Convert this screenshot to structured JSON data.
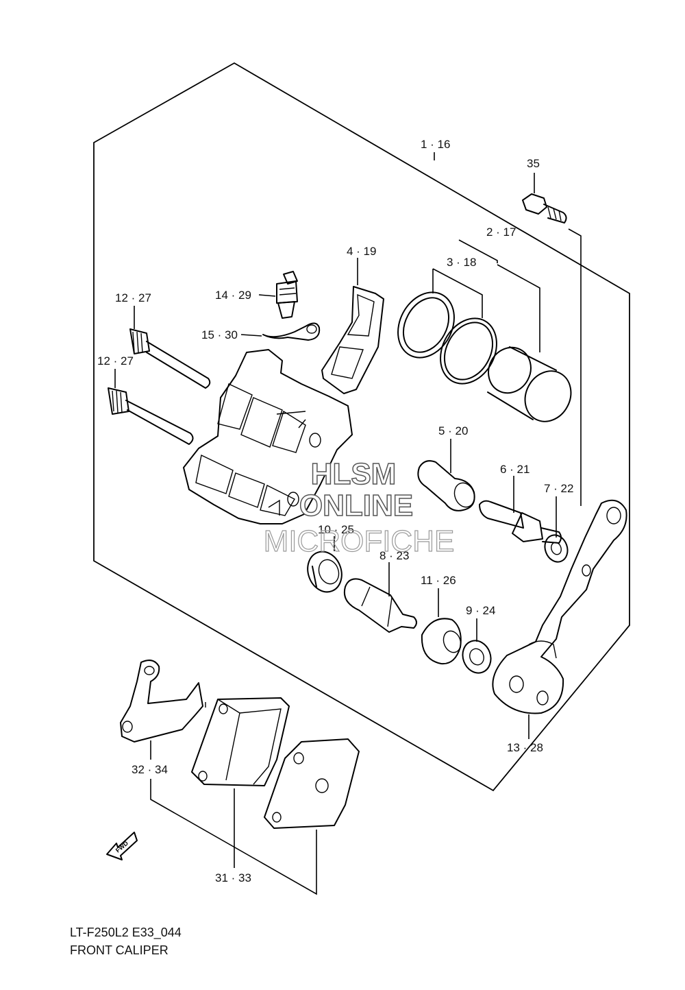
{
  "diagram": {
    "model_code": "LT-F250L2 E33_044",
    "title": "FRONT CALIPER",
    "watermark": {
      "line1": "HLSM",
      "line2": "ONLINE",
      "line3": "MICROFICHE"
    },
    "fwd_label": "FWD",
    "callouts": [
      {
        "id": "c1",
        "text": "1 · 16"
      },
      {
        "id": "c35",
        "text": "35"
      },
      {
        "id": "c2",
        "text": "2 · 17"
      },
      {
        "id": "c4",
        "text": "4 · 19"
      },
      {
        "id": "c3",
        "text": "3 · 18"
      },
      {
        "id": "c14",
        "text": "14 · 29"
      },
      {
        "id": "c12a",
        "text": "12 · 27"
      },
      {
        "id": "c15",
        "text": "15 · 30"
      },
      {
        "id": "c12b",
        "text": "12 · 27"
      },
      {
        "id": "c5",
        "text": "5 · 20"
      },
      {
        "id": "c6",
        "text": "6 · 21"
      },
      {
        "id": "c7",
        "text": "7 · 22"
      },
      {
        "id": "c10",
        "text": "10 · 25"
      },
      {
        "id": "c8",
        "text": "8 · 23"
      },
      {
        "id": "c11",
        "text": "11 · 26"
      },
      {
        "id": "c9",
        "text": "9 · 24"
      },
      {
        "id": "c13",
        "text": "13 · 28"
      },
      {
        "id": "c32",
        "text": "32 · 34"
      },
      {
        "id": "c31",
        "text": "31 · 33"
      }
    ]
  }
}
